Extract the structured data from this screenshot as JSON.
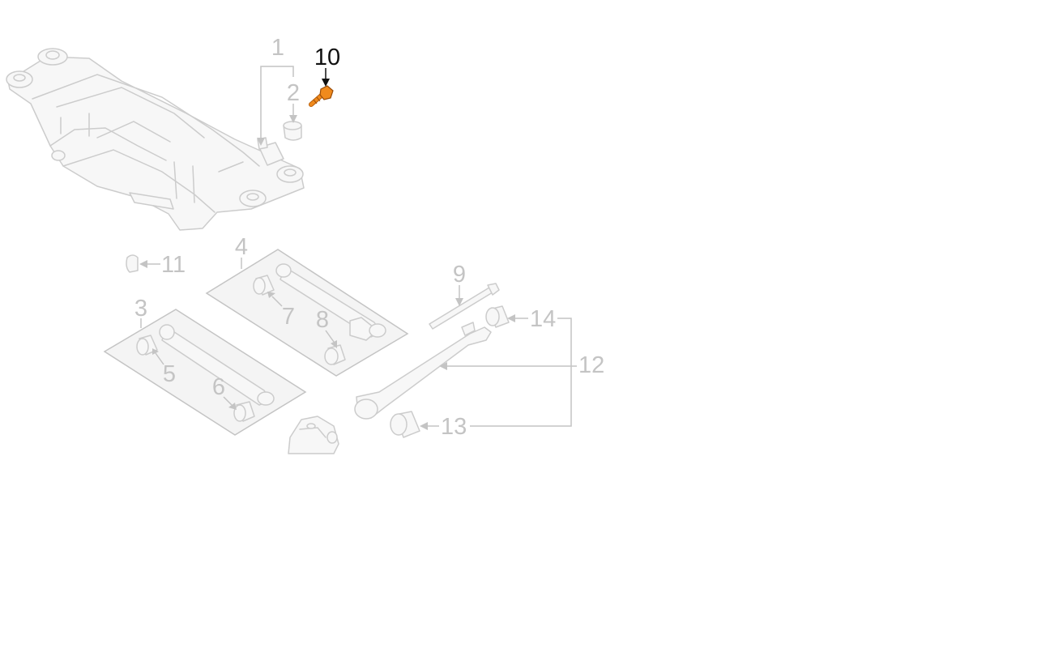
{
  "colors": {
    "muted": "#c4c4c4",
    "highlight_part": "#f08a1c",
    "highlight_label": "#111111",
    "panel_fill": "#f4f4f4"
  },
  "callouts": {
    "c1": "1",
    "c2": "2",
    "c3": "3",
    "c4": "4",
    "c5": "5",
    "c6": "6",
    "c7": "7",
    "c8": "8",
    "c9": "9",
    "c10": "10",
    "c11": "11",
    "c12": "12",
    "c13": "13",
    "c14": "14"
  },
  "selected_callout": "10"
}
